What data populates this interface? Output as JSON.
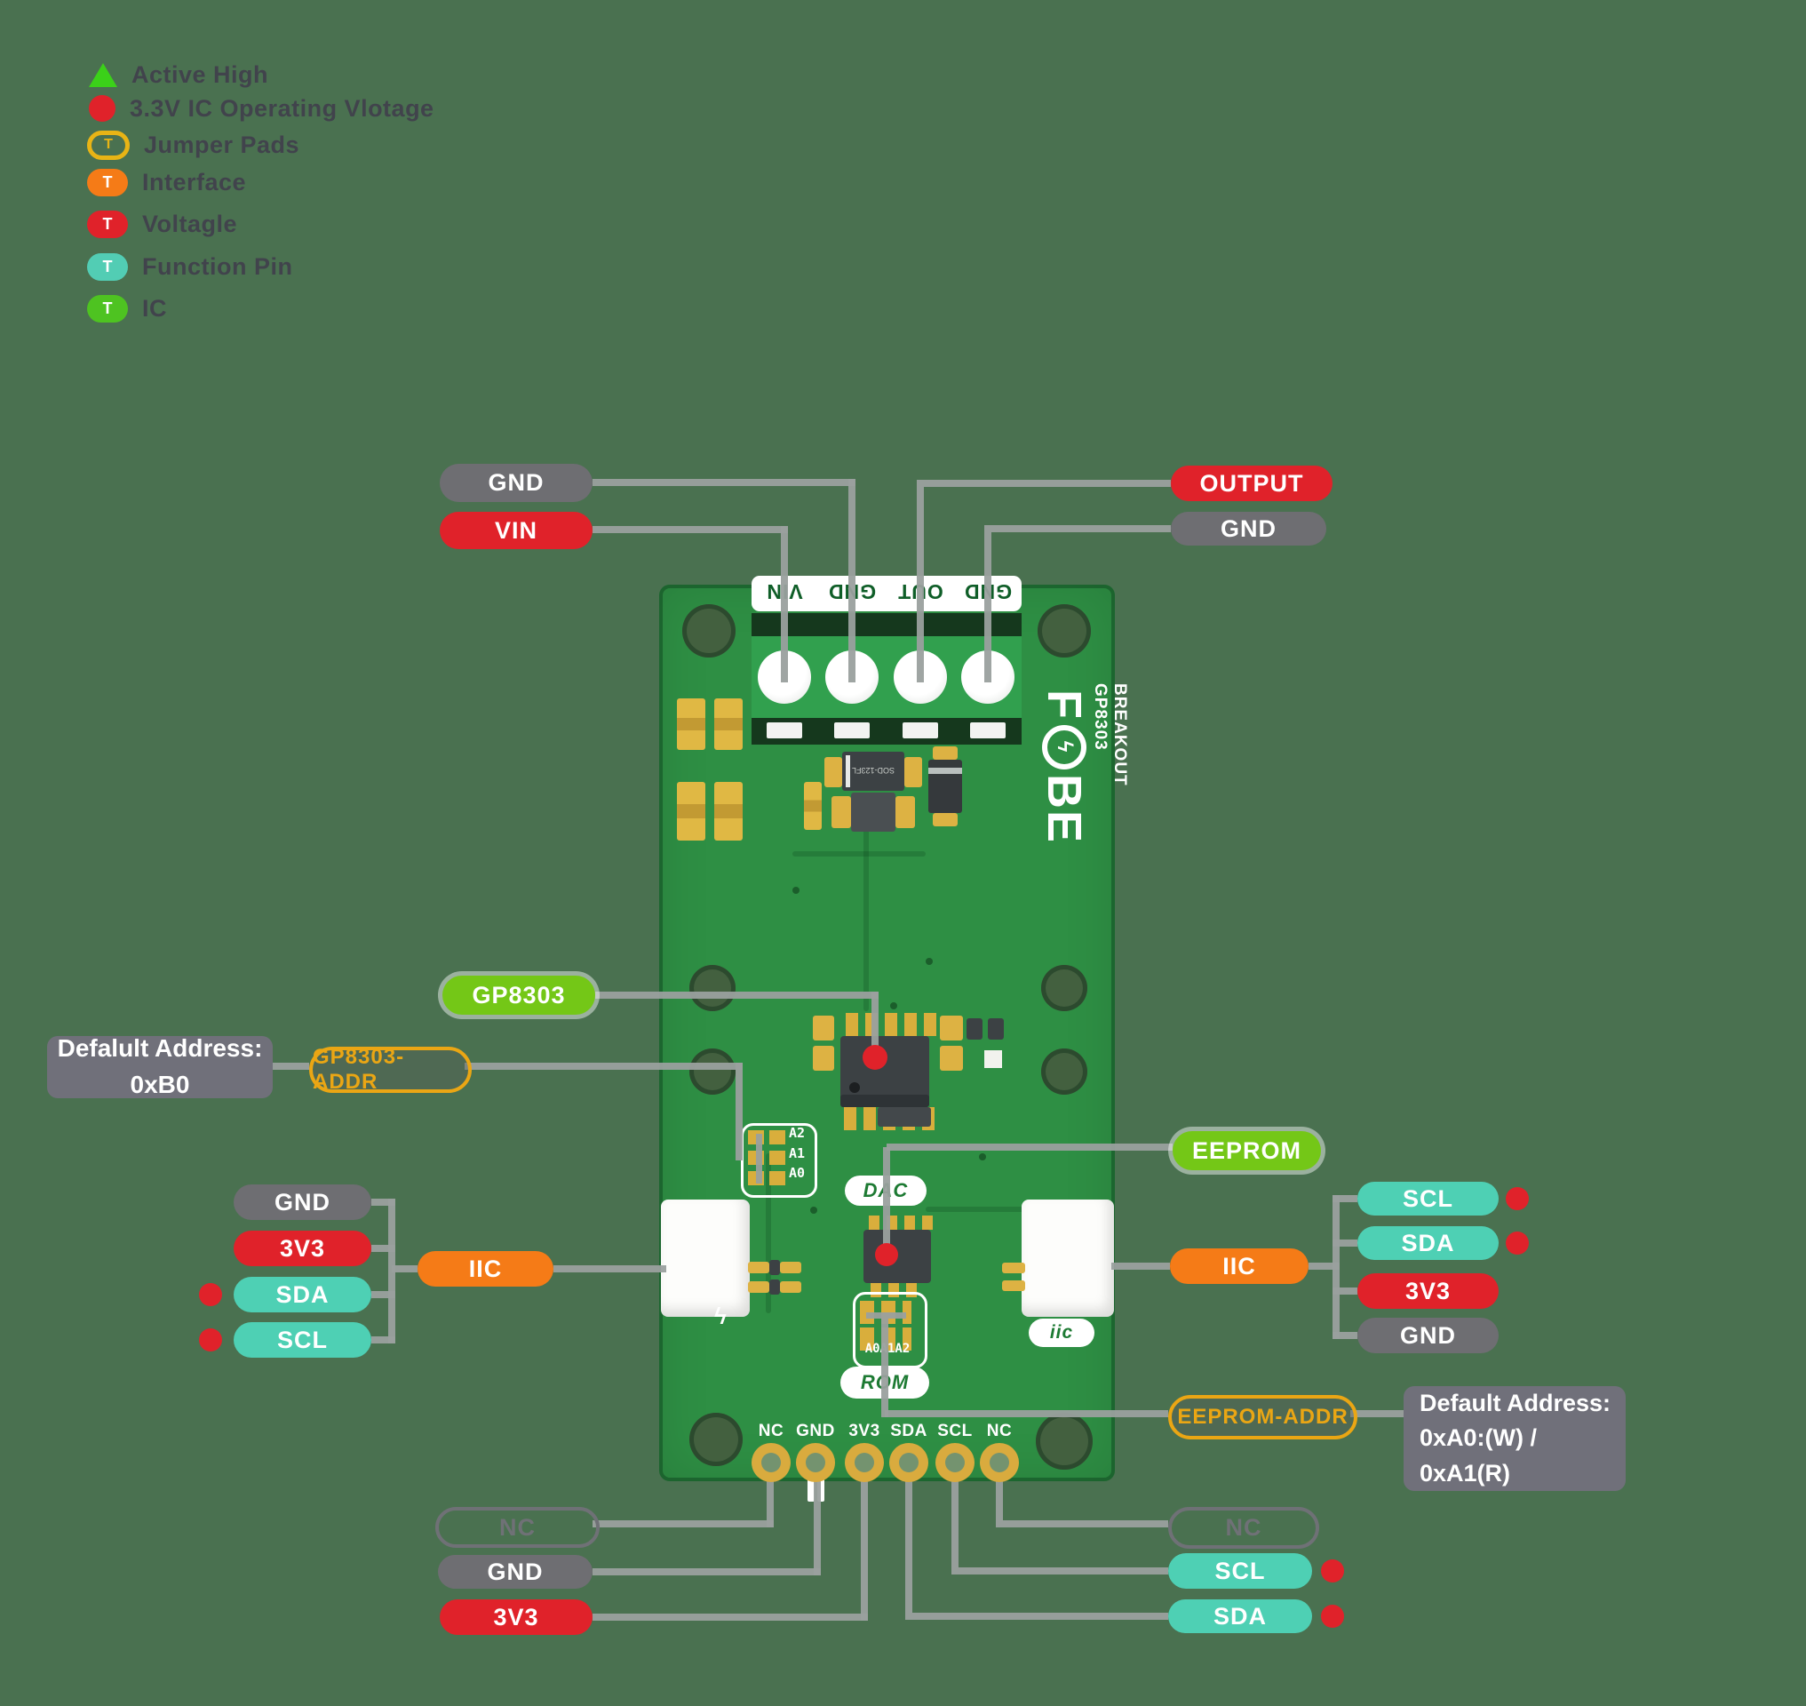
{
  "diagram": {
    "badge_t": "T",
    "legend": [
      {
        "icon": "active-high-triangle-icon",
        "label": "Active High"
      },
      {
        "icon": "operating-voltage-dot-icon",
        "label": "3.3V IC Operating Vlotage"
      },
      {
        "icon": "jumper-pads-badge-icon",
        "label": "Jumper Pads"
      },
      {
        "icon": "interface-badge-icon",
        "label": "Interface"
      },
      {
        "icon": "voltage-badge-icon",
        "label": "Voltagle"
      },
      {
        "icon": "function-pin-badge-icon",
        "label": "Function Pin"
      },
      {
        "icon": "ic-badge-icon",
        "label": "IC"
      }
    ],
    "board": {
      "terminal_silkscreen": [
        "VIN",
        "GND",
        "OUT",
        "GND"
      ],
      "logo_f": "F",
      "logo_bolt": "ϟ",
      "logo_be": "BE",
      "logo_sub_line1": "BREAKOUT",
      "logo_sub_line2": "GP8303",
      "diode_label": "SOD-123FL",
      "jumper_top_labels": [
        "A2",
        "A1",
        "A0"
      ],
      "jumper_bottom_label": "A0A1A2",
      "silk_dac": "DAC",
      "silk_rom": "ROM",
      "silk_iic": "iic",
      "bottom_pins": [
        "NC",
        "GND",
        "3V3",
        "SDA",
        "SCL",
        "NC"
      ]
    },
    "callouts": {
      "top_gnd": "GND",
      "top_vin": "VIN",
      "top_output": "OUTPUT",
      "top_gnd_right": "GND",
      "gp8303": "GP8303",
      "gp8303_addr": "GP8303-ADDR",
      "gp8303_info": "Defalult Address: 0xB0",
      "eeprom": "EEPROM",
      "eeprom_addr": "EEPROM-ADDR",
      "eeprom_info_line1": "Default Address:",
      "eeprom_info_line2": "0xA0:(W) / 0xA1(R)",
      "iic_left": "IIC",
      "iic_right": "IIC",
      "left_pins": [
        "GND",
        "3V3",
        "SDA",
        "SCL"
      ],
      "right_pins": [
        "SCL",
        "SDA",
        "3V3",
        "GND"
      ],
      "bottom_left_pins": [
        "NC",
        "GND",
        "3V3"
      ],
      "bottom_right_pins": [
        "NC",
        "SCL",
        "SDA"
      ]
    }
  }
}
